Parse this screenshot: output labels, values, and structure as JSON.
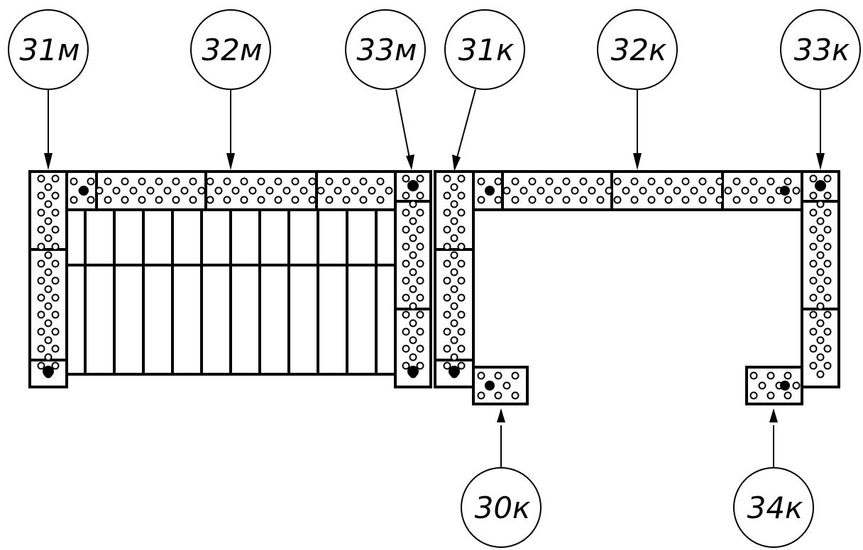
{
  "labels": {
    "m31": "31м",
    "m32": "32м",
    "m33": "33м",
    "k31": "31к",
    "k32": "32к",
    "k33": "33к",
    "k30": "30к",
    "k34": "34к"
  },
  "colors": {
    "line": "#000000",
    "background": "#ffffff"
  }
}
